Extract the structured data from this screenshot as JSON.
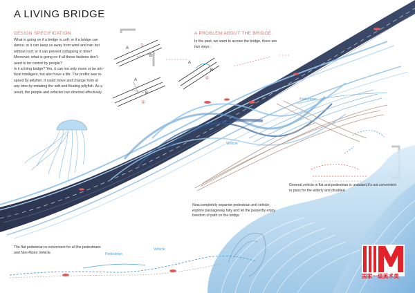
{
  "title": "A LIVING BRIDGE",
  "design_spec": {
    "heading": "DESIGN SPECIFICATION",
    "lines": [
      "What is going on if a bridge is soft; or if a bridge can",
      "dance; or it can keep us away from wind and rain but",
      "without roof; or it can prevent collapsing in time?",
      "Moreover, what is going on if all those factions don't",
      "need to be control by people?",
      "Is it a living bridge? Yes, it can not only move or be arti-",
      "ficial intelligent, but also have a life. The profile was in-",
      "spired by jellyfish. It could move and change form at",
      "any time by imitating the soft and floating jellyfish. As a",
      "result, the people and vehicles can diverted effectively."
    ]
  },
  "problem": {
    "heading": "A PROBLEM ABOUT THE BRIDGE",
    "lines": [
      "In the past, we want to across the bridge, there are",
      "two ways :"
    ]
  },
  "diagram_labels": {
    "a": "A",
    "b": "B",
    "question": "?",
    "num1": "①",
    "num2": "②"
  },
  "bridge_labels": {
    "pedestrian": "Pedestrian",
    "vehicle": "Vehicle"
  },
  "notes": {
    "general": [
      "General,vehicle is flat and pedestrian is undulant,It's not convenient",
      "to pass for the elderly and disabled"
    ],
    "now": [
      "Now,completely separate pedestrian and vehicle,",
      "explore passageway fully and let the passerby enjoy",
      "freedom of path on the bridge"
    ],
    "flat": [
      "The flat pedestrian is convenient for all the pedestrians",
      "and Non-Motor Vehicle."
    ]
  },
  "lower_labels": {
    "pedestrian": "Pedestrian",
    "vehicle": "Vehicle"
  },
  "logo": {
    "text": "国家一级美术类"
  },
  "colors": {
    "accent_red": "#e26a6a",
    "bridge_blue": "#3d6aa8",
    "label_blue": "#4a9fd8"
  }
}
